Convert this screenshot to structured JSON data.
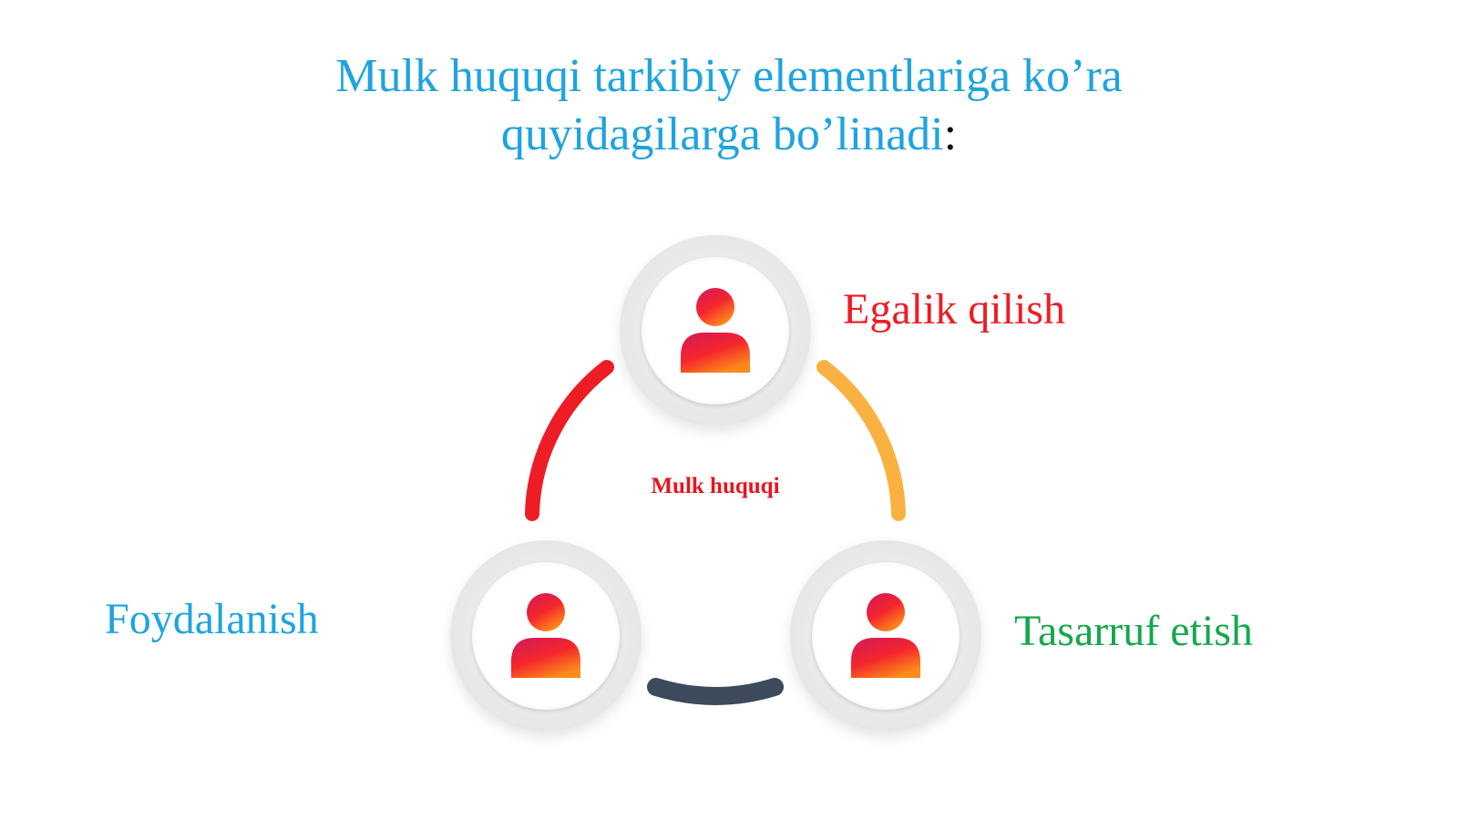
{
  "title": {
    "line1": "Mulk huquqi tarkibiy elementlariga ko’ra",
    "line2": "quyidagilarga bo’linadi",
    "colon": ":"
  },
  "diagram": {
    "center_label": "Mulk huquqi",
    "nodes": [
      {
        "label": "Egalik qilish",
        "icon": "person-icon",
        "color": "#ee1c25"
      },
      {
        "label": "Foydalanish",
        "icon": "person-icon",
        "color": "#1fa3e0"
      },
      {
        "label": "Tasarruf etish",
        "icon": "person-icon",
        "color": "#14a84a"
      }
    ],
    "connector_colors": {
      "left": "#ee1c25",
      "right": "#f9b242",
      "bottom": "#3d4a5c"
    }
  }
}
